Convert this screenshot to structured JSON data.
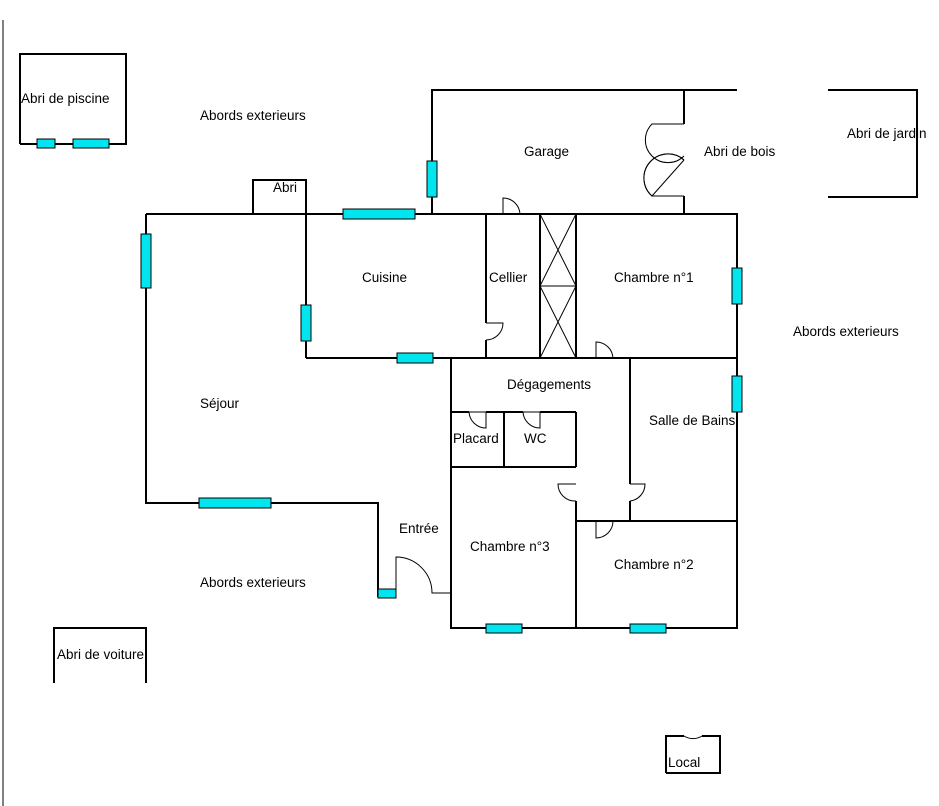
{
  "labels": {
    "abri_piscine": "Abri de piscine",
    "abords_top": "Abords exterieurs",
    "garage": "Garage",
    "abri_bois": "Abri de bois",
    "abri_jardin": "Abri de jardin",
    "abri": "Abri",
    "cuisine": "Cuisine",
    "cellier": "Cellier",
    "chambre1": "Chambre n°1",
    "abords_right": "Abords exterieurs",
    "sejour": "Séjour",
    "degagements": "Dégagements",
    "salle_bains": "Salle de Bains",
    "placard": "Placard",
    "wc": "WC",
    "entree": "Entrée",
    "chambre3": "Chambre n°3",
    "chambre2": "Chambre n°2",
    "abords_bottom": "Abords exterieurs",
    "abri_voiture": "Abri de voiture",
    "local": "Local"
  },
  "colors": {
    "wall": "#000000",
    "window": "#00e5ee",
    "background": "#ffffff"
  }
}
